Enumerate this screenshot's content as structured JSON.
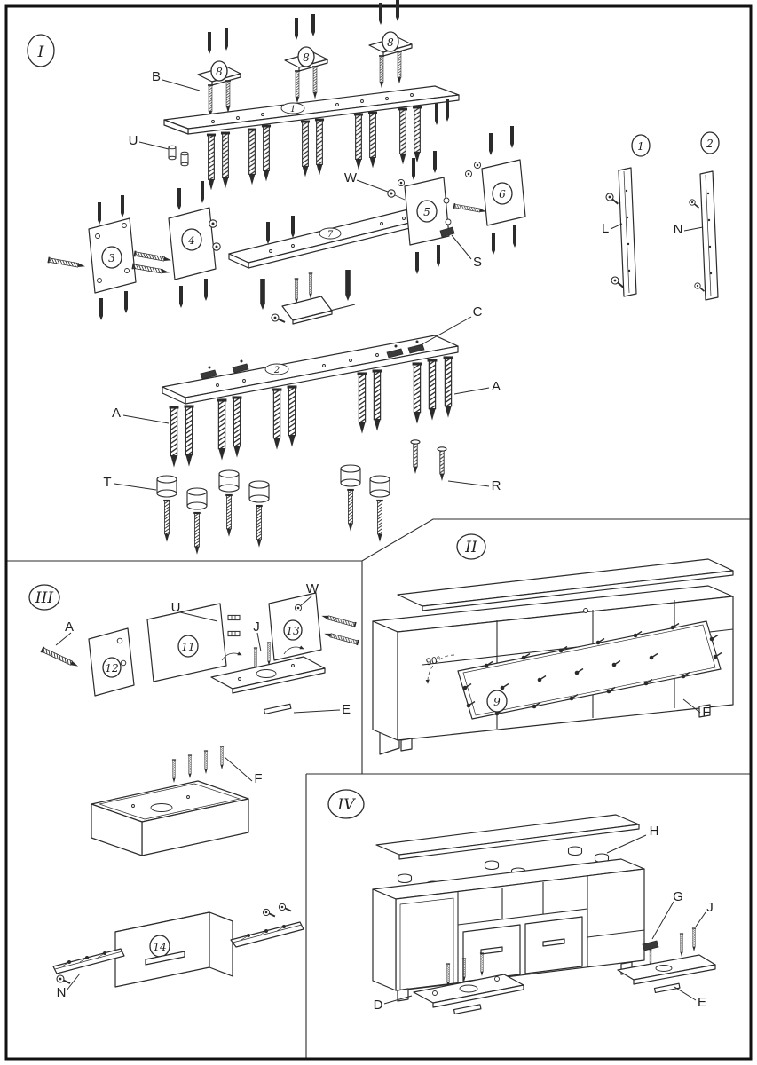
{
  "steps": {
    "s1": "I",
    "s2": "II",
    "s3": "III",
    "s4": "IV"
  },
  "detail_callouts": {
    "d1": "1",
    "d2": "2"
  },
  "panel_numbers": {
    "p1": "1",
    "p2": "2",
    "p3": "3",
    "p4": "4",
    "p5": "5",
    "p6": "6",
    "p7": "7",
    "p8a": "8",
    "p8b": "8",
    "p8c": "8",
    "p9": "9",
    "p11": "11",
    "p12": "12",
    "p13": "13",
    "p14": "14"
  },
  "hardware_labels": {
    "step1": {
      "B": "B",
      "U": "U",
      "W": "W",
      "S": "S",
      "C": "C",
      "A_right": "A",
      "A_left": "A",
      "T": "T",
      "R": "R",
      "L": "L",
      "N": "N"
    },
    "step2": {
      "F": "F",
      "angle": "90°"
    },
    "step3": {
      "A": "A",
      "U": "U",
      "J": "J",
      "W": "W",
      "E": "E",
      "F": "F",
      "N": "N"
    },
    "step4": {
      "H": "H",
      "G": "G",
      "J": "J",
      "D": "D",
      "E": "E"
    }
  }
}
